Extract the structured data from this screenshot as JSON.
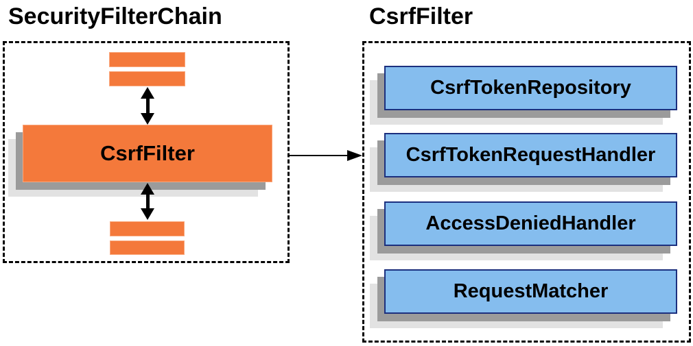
{
  "left_panel": {
    "title": "SecurityFilterChain",
    "filter_label": "CsrfFilter"
  },
  "right_panel": {
    "title": "CsrfFilter",
    "components": [
      "CsrfTokenRepository",
      "CsrfTokenRequestHandler",
      "AccessDeniedHandler",
      "RequestMatcher"
    ]
  },
  "colors": {
    "orange": "#F4793B",
    "orange_border": "#F9A87E",
    "blue": "#85BDEE",
    "blue_border": "#1B2F7E",
    "shadow_dark": "#9B9B9B",
    "shadow_light": "#E2E2E2",
    "line": "#000000"
  }
}
